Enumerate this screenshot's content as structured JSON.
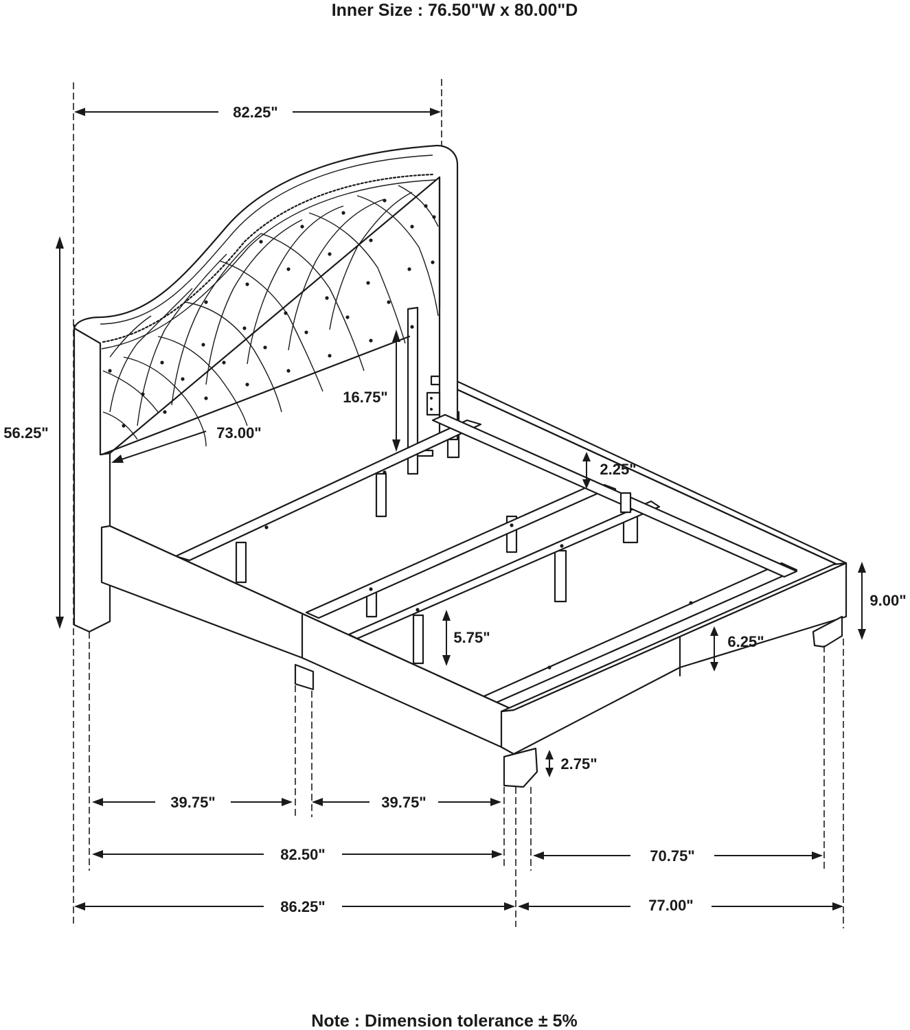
{
  "title": "Inner Size : 76.50\"W x 80.00\"D",
  "note": "Note : Dimension tolerance ± 5%",
  "dimensions": {
    "headboard_width": "82.25\"",
    "overall_height": "56.25\"",
    "headboard_panel_height": "16.75\"",
    "headboard_panel_width": "73.00\"",
    "slat_clearance": "2.25\"",
    "rail_height": "9.00\"",
    "center_support_height": "5.75\"",
    "footboard_rail_height": "6.25\"",
    "leg_height": "2.75\"",
    "half_length_left": "39.75\"",
    "half_length_right": "39.75\"",
    "inner_length": "82.50\"",
    "inner_width": "70.75\"",
    "overall_length": "86.25\"",
    "overall_width": "77.00\""
  },
  "colors": {
    "line": "#1a1a1a",
    "background": "#ffffff"
  }
}
